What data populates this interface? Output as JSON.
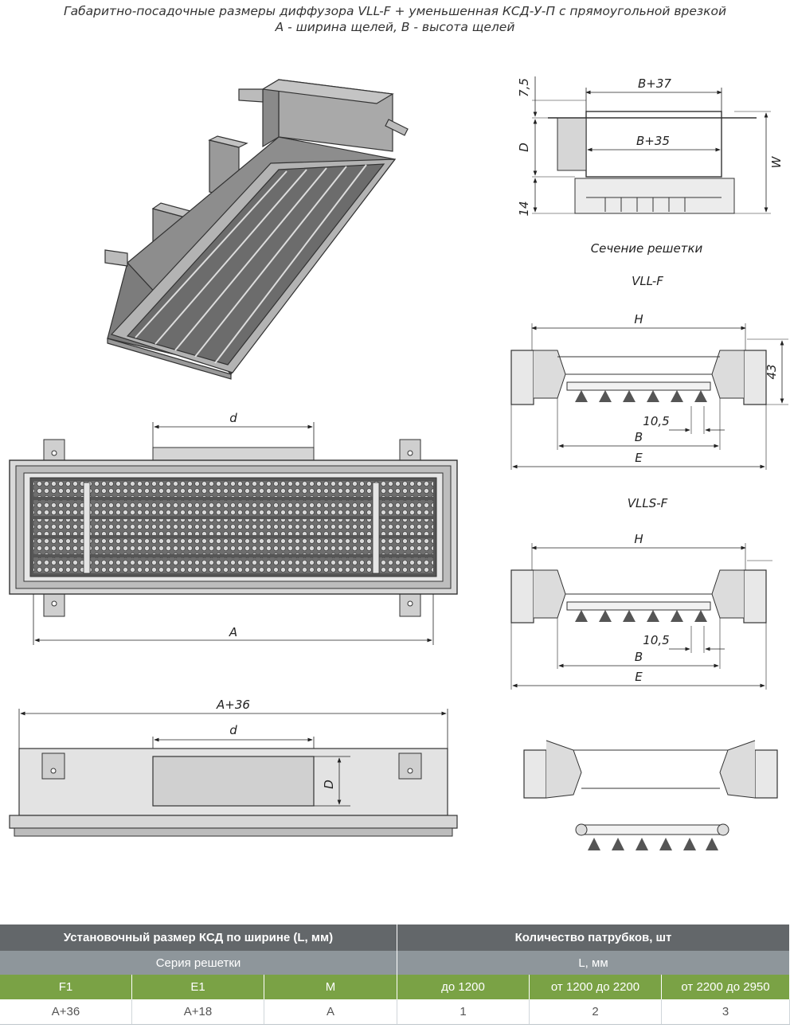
{
  "title": {
    "line1": "Габаритно-посадочные размеры диффузора VLL-F + уменьшенная КСД-У-П с прямоугольной врезкой",
    "line2": "A - ширина щелей, B - высота щелей"
  },
  "dimensions": {
    "d_top": "d",
    "a_front": "A",
    "a36": "A+36",
    "d_bottom": "d",
    "D_bottom": "D",
    "dim_7_5": "7,5",
    "dim_D": "D",
    "dim_14": "14",
    "dim_B37": "B+37",
    "dim_B35": "B+35",
    "dim_W": "W",
    "vllf_H": "H",
    "vllf_43": "43",
    "vllf_10_5": "10,5",
    "vllf_B": "B",
    "vllf_E": "E",
    "vlls_H": "H",
    "vlls_10_5": "10,5",
    "vlls_B": "B",
    "vlls_E": "E"
  },
  "labels": {
    "section": "Сечение решетки",
    "vllf": "VLL-F",
    "vlls": "VLLS-F"
  },
  "table": {
    "header_left": "Установочный размер КСД по ширине (L, мм)",
    "header_right": "Количество патрубков, шт",
    "sub_left": "Серия решетки",
    "sub_right": "L, мм",
    "columns": [
      "F1",
      "E1",
      "M",
      "до 1200",
      "от 1200 до 2200",
      "от 2200 до 2950"
    ],
    "values": [
      "A+36",
      "A+18",
      "A",
      "1",
      "2",
      "3"
    ]
  },
  "colors": {
    "header_bg": "#63676a",
    "subheader_bg": "#8e969b",
    "column_bg": "#7aa245"
  }
}
